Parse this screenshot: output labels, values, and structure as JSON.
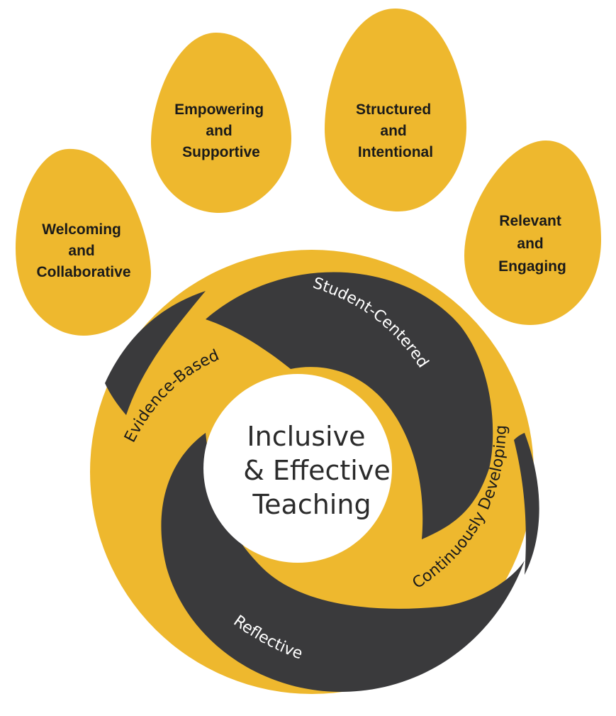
{
  "colors": {
    "gold": "#EEB82E",
    "dark": "#3A3A3C",
    "center": "#FFFFFF",
    "toe_text": "#1A1A1A",
    "ring_text_on_dark": "#FFFFFF",
    "ring_text_on_gold": "#1A1A1A",
    "center_text": "#2B2B2B"
  },
  "toes": [
    {
      "lines": [
        "Welcoming",
        "and",
        "Collaborative"
      ]
    },
    {
      "lines": [
        "Empowering",
        "and",
        "Supportive"
      ]
    },
    {
      "lines": [
        "Structured",
        "and",
        "Intentional"
      ]
    },
    {
      "lines": [
        "Relevant",
        "and",
        "Engaging"
      ]
    }
  ],
  "ring_labels": {
    "student_centered": "Student-Centered",
    "continuously_developing": "Continuously Developing",
    "reflective": "Reflective",
    "evidence_based": "Evidence-Based"
  },
  "center": {
    "lines": [
      "Inclusive",
      "& Effective",
      "Teaching"
    ]
  }
}
